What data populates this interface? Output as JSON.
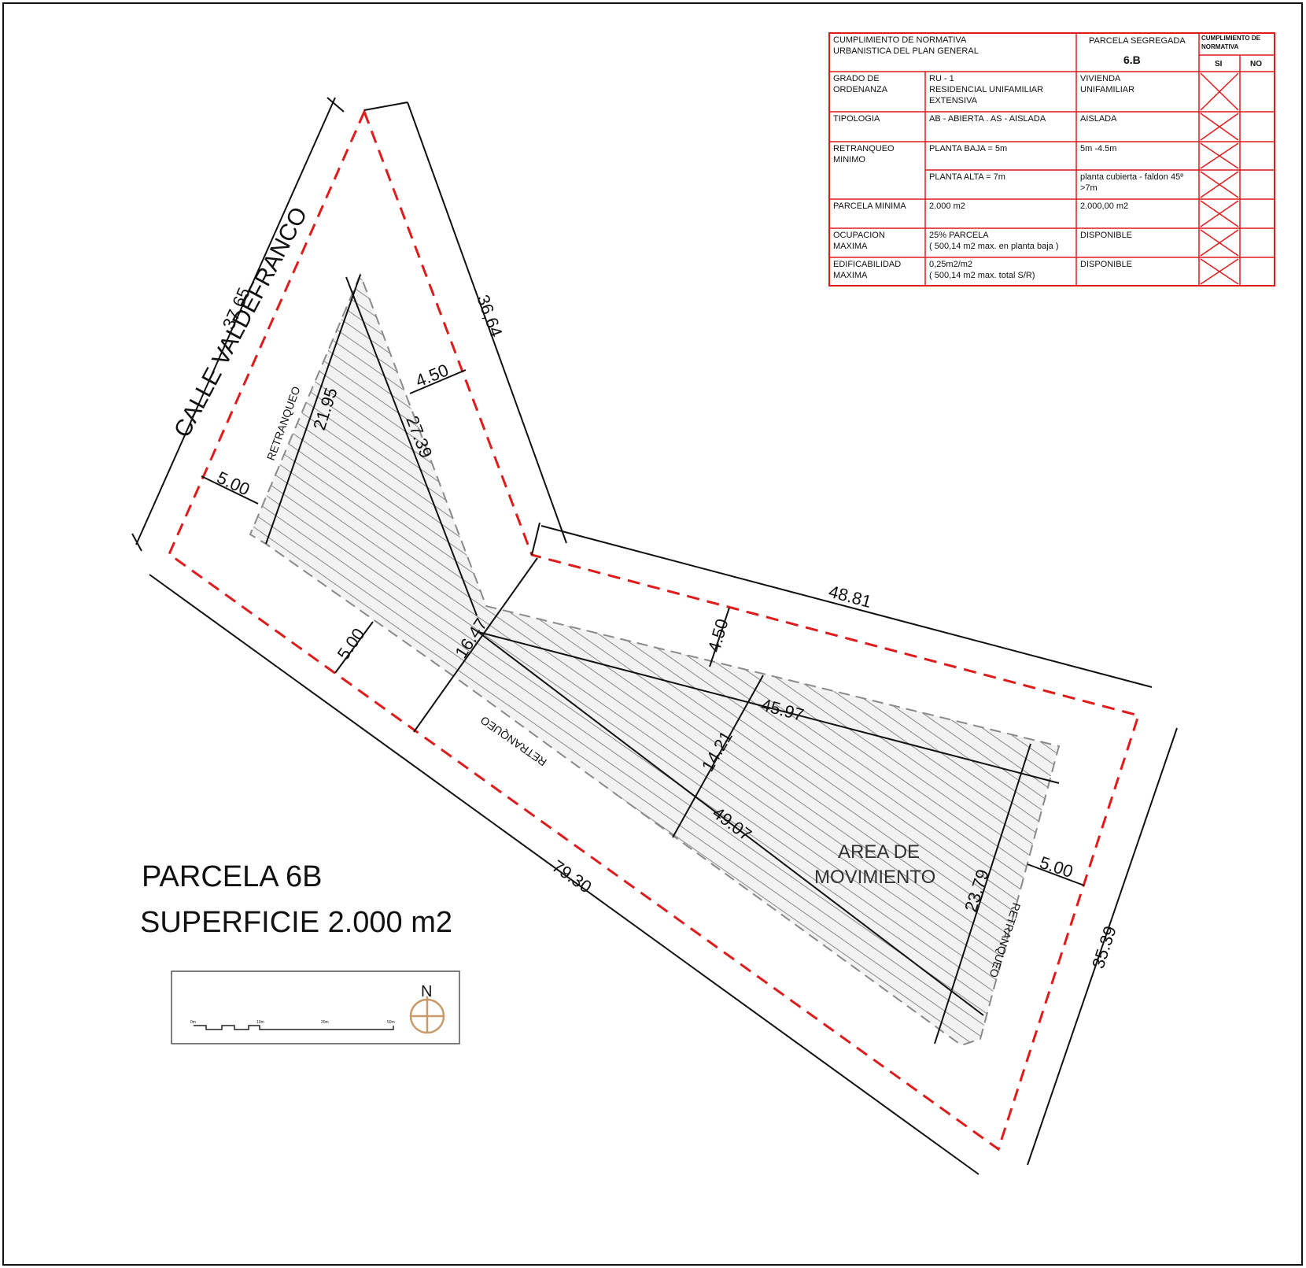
{
  "colors": {
    "boundary": "#e01b1b",
    "table": "#e01b1b",
    "hatch": "#888888",
    "north": "#c89a6a"
  },
  "plan": {
    "title": "PARCELA 6B",
    "surface": "SUPERFICIE 2.000 m2",
    "street": "CALLE VALDEFRANCO",
    "area_label_1": "AREA DE",
    "area_label_2": "MOVIMIENTO",
    "setback_word": "RETRANQUEO",
    "north_letter": "N",
    "scale_labels": [
      "0m",
      "10m",
      "20m",
      "50m"
    ]
  },
  "dimensions": {
    "d3664": "36,64",
    "d3765": "37,65",
    "d450a": "4.50",
    "d500a": "5.00",
    "d2195": "21.95",
    "d2739": "27.39",
    "d500b": "5.00",
    "d1647": "16.47",
    "d450b": "4.50",
    "d4881": "48.81",
    "d4597": "45.97",
    "d1421": "14.21",
    "d4907": "49.07",
    "d2379": "23.79",
    "d500c": "5.00",
    "d3539": "35.39",
    "d7930": "79.30"
  },
  "table": {
    "header": {
      "col1": [
        "CUMPLIMIENTO  DE NORMATIVA",
        "URBANISTICA DEL PLAN GENERAL"
      ],
      "col3_a": "PARCELA SEGREGADA",
      "col3_b": "6.B",
      "col4": [
        "CUMPLIMIENTO DE",
        "NORMATIVA"
      ],
      "si": "SI",
      "no": "NO"
    },
    "rows": [
      {
        "label": [
          "GRADO DE",
          "ORDENANZA"
        ],
        "norm": [
          "RU - 1",
          "RESIDENCIAL UNIFAMILIAR",
          "EXTENSIVA"
        ],
        "value": [
          "VIVIENDA",
          "UNIFAMILIAR"
        ]
      },
      {
        "label": [
          "TIPOLOGIA"
        ],
        "norm": [
          "AB - ABIERTA . AS - AISLADA"
        ],
        "value": [
          "AISLADA"
        ]
      },
      {
        "label": [
          "RETRANQUEO",
          "MINIMO"
        ],
        "norm": [
          "PLANTA BAJA = 5m"
        ],
        "value": [
          "5m -4.5m"
        ]
      },
      {
        "label": [],
        "norm": [
          "PLANTA ALTA = 7m"
        ],
        "value": [
          "planta cubierta - faldon 45º",
          ">7m"
        ]
      },
      {
        "label": [
          "PARCELA MINIMA"
        ],
        "norm": [
          "2.000 m2"
        ],
        "value": [
          "2.000,00 m2"
        ]
      },
      {
        "label": [
          "OCUPACION",
          "MAXIMA"
        ],
        "norm": [
          "25% PARCELA",
          "( 500,14 m2 max. en planta baja )"
        ],
        "value": [
          "DISPONIBLE"
        ]
      },
      {
        "label": [
          "EDIFICABILIDAD",
          "MAXIMA"
        ],
        "norm": [
          "0,25m2/m2",
          "( 500,14 m2 max. total S/R)"
        ],
        "value": [
          "DISPONIBLE"
        ]
      }
    ]
  }
}
